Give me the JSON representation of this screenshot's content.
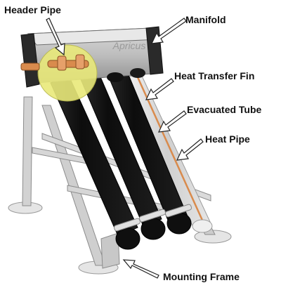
{
  "labels": {
    "header_pipe": "Header Pipe",
    "manifold": "Manifold",
    "heat_transfer_fin": "Heat Transfer Fin",
    "evacuated_tube": "Evacuated Tube",
    "heat_pipe": "Heat Pipe",
    "mounting_frame": "Mounting Frame"
  },
  "manifold_brand": "Apricus",
  "colors": {
    "manifold": "#b9b9b9",
    "tube": "#141414",
    "highlight": "#e9e97a",
    "copper": "#d98b4d",
    "frame": "#cfcfcf"
  }
}
